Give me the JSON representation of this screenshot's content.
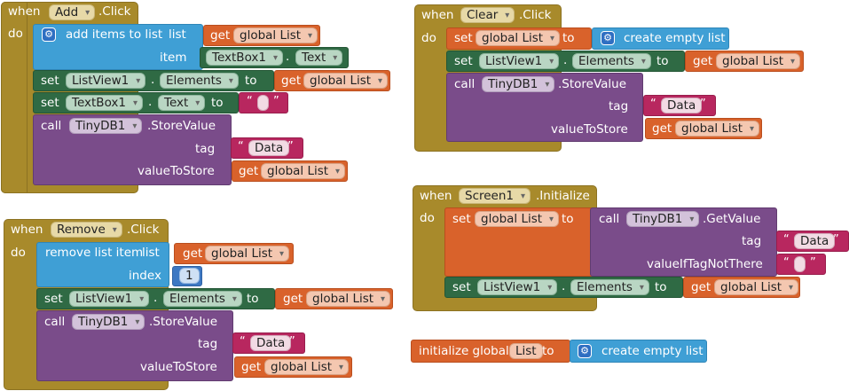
{
  "add_click": {
    "when": "when",
    "component": "Add",
    "event": ".Click",
    "do": "do",
    "add_items": "add items to list",
    "list_label": "list",
    "item_label": "item",
    "get": "get",
    "global_list": "global List",
    "textbox": "TextBox1",
    "text_prop": "Text",
    "set": "set",
    "listview": "ListView1",
    "dot": ".",
    "elements": "Elements",
    "to": "to",
    "call": "call",
    "tinydb": "TinyDB1",
    "store_value": ".StoreValue",
    "tag_label": "tag",
    "tag_value": "Data",
    "value_to_store": "valueToStore"
  },
  "clear_click": {
    "when": "when",
    "component": "Clear",
    "event": ".Click",
    "do": "do",
    "set": "set",
    "global_list": "global List",
    "to": "to",
    "create_empty": "create empty list",
    "listview": "ListView1",
    "dot": ".",
    "elements": "Elements",
    "get": "get",
    "call": "call",
    "tinydb": "TinyDB1",
    "store_value": ".StoreValue",
    "tag_label": "tag",
    "tag_value": "Data",
    "value_to_store": "valueToStore"
  },
  "remove_click": {
    "when": "when",
    "component": "Remove",
    "event": ".Click",
    "do": "do",
    "remove_item": "remove list item",
    "list_label": "list",
    "index_label": "index",
    "index_value": "1",
    "get": "get",
    "global_list": "global List",
    "set": "set",
    "listview": "ListView1",
    "dot": ".",
    "elements": "Elements",
    "to": "to",
    "call": "call",
    "tinydb": "TinyDB1",
    "store_value": ".StoreValue",
    "tag_label": "tag",
    "tag_value": "Data",
    "value_to_store": "valueToStore"
  },
  "screen_init": {
    "when": "when",
    "component": "Screen1",
    "event": ".Initialize",
    "do": "do",
    "set": "set",
    "global_list": "global List",
    "to": "to",
    "call": "call",
    "tinydb": "TinyDB1",
    "get_value": ".GetValue",
    "tag_label": "tag",
    "tag_value": "Data",
    "value_if": "valueIfTagNotThere",
    "listview": "ListView1",
    "dot": ".",
    "elements": "Elements",
    "get": "get"
  },
  "init_global": {
    "label": "initialize global",
    "name": "List",
    "to": "to",
    "create_empty": "create empty list"
  },
  "quote": "“",
  "quote_close": "”",
  "gear_glyph": "⚙"
}
